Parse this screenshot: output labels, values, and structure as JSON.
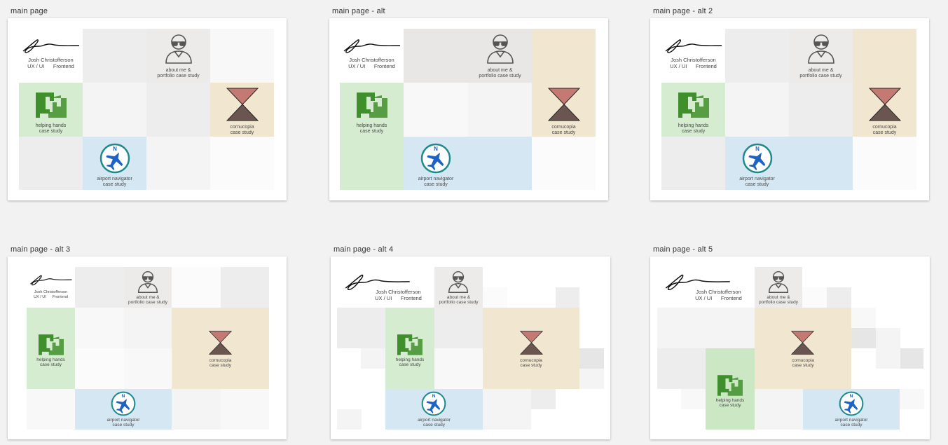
{
  "boards": [
    {
      "title": "main page"
    },
    {
      "title": "main page - alt"
    },
    {
      "title": "main page - alt 2"
    },
    {
      "title": "main page - alt 3"
    },
    {
      "title": "main page - alt 4"
    },
    {
      "title": "main page - alt 5"
    }
  ],
  "profile": {
    "name": "Josh Christofferson",
    "role": "UX / UI      Frontend"
  },
  "tiles": {
    "about": {
      "line1": "about me &",
      "line2": "portfolio case study"
    },
    "helping": {
      "line1": "helping hands",
      "line2": "case study"
    },
    "cornucopia": {
      "line1": "cornucopia",
      "line2": "case study"
    },
    "airport": {
      "line1": "airport navigator",
      "line2": "case study"
    }
  },
  "icons": {
    "signature": "signature-icon",
    "about": "person-with-glasses-icon",
    "helping": "helping-hands-logo-icon",
    "cornucopia": "hourglass-icon",
    "airport": "airplane-compass-icon"
  },
  "colors": {
    "green": "#d5ecd0",
    "tan": "#f1e6cf",
    "blue": "#d5e7f3",
    "hourglass_top": "#c47a72",
    "hourglass_bottom": "#6b5551",
    "helping_logo": "#3f8f2c",
    "plane": "#1e63c4"
  }
}
